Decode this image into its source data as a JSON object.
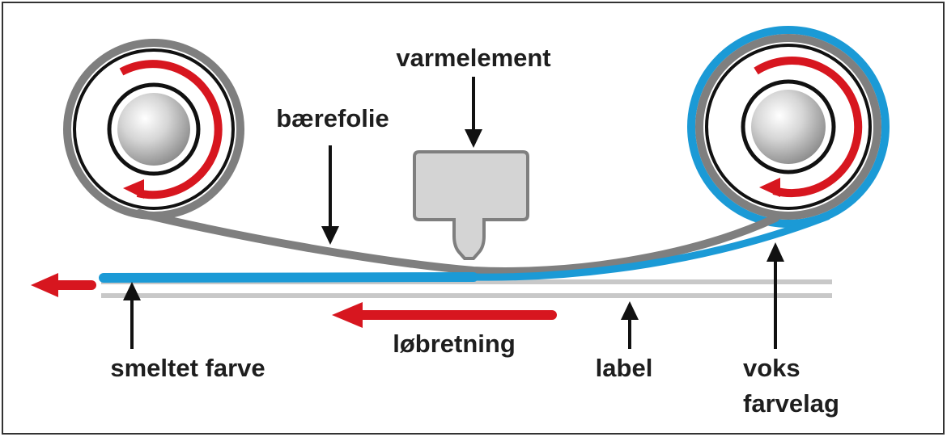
{
  "labels": {
    "heating_element": "varmelement",
    "carrier_film": "bærefolie",
    "melted_color": "smeltet farve",
    "running_direction": "løbretning",
    "label": "label",
    "wax_layer_line1": "voks",
    "wax_layer_line2": "farvelag"
  },
  "colors": {
    "frame": "#333333",
    "ribbon_gray": "#7f7f7f",
    "ink_blue": "#1b9ad6",
    "arrow_red": "#d7161f",
    "label_gray": "#c8c8c8",
    "head_fill": "#d4d4d4",
    "text": "#1e1e1e"
  }
}
